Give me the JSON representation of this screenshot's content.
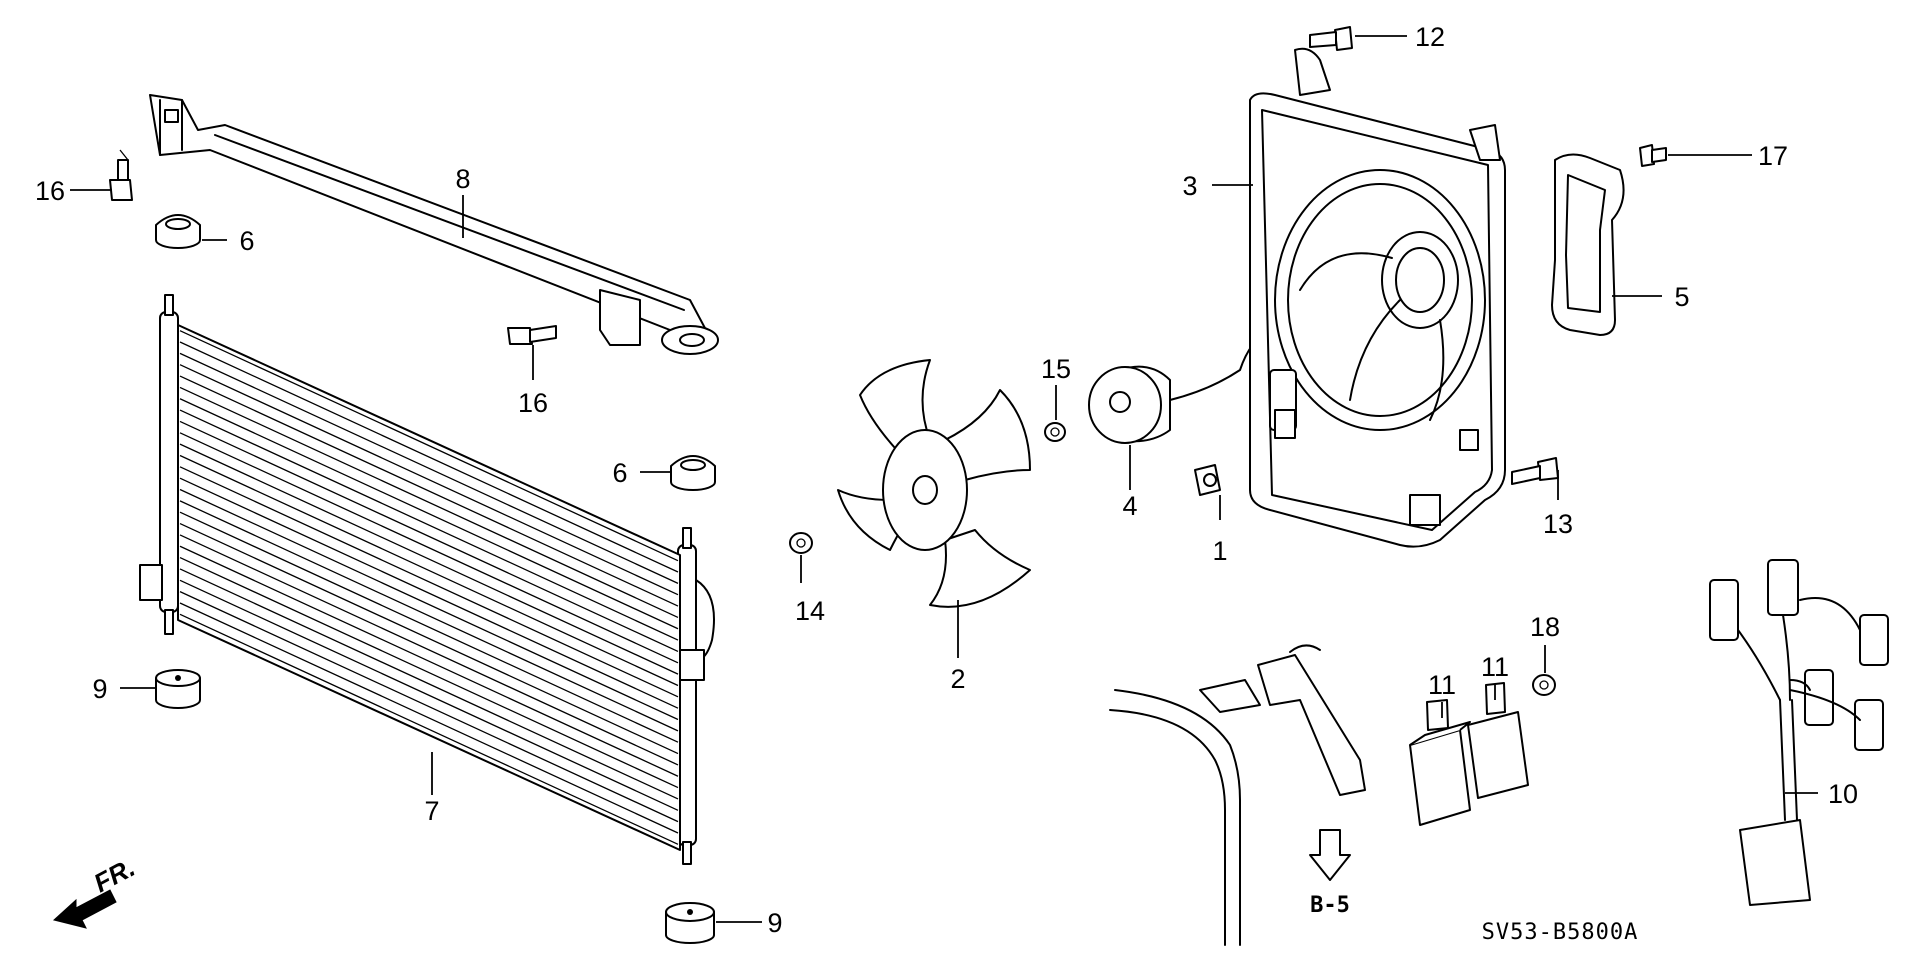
{
  "diagram": {
    "callouts": [
      "1",
      "2",
      "3",
      "4",
      "5",
      "6",
      "6",
      "7",
      "8",
      "9",
      "9",
      "10",
      "11",
      "11",
      "12",
      "13",
      "14",
      "15",
      "16",
      "16",
      "17",
      "18"
    ],
    "direction_label": "FR.",
    "reference_label": "B-5",
    "diagram_code": "SV53-B5800A"
  }
}
